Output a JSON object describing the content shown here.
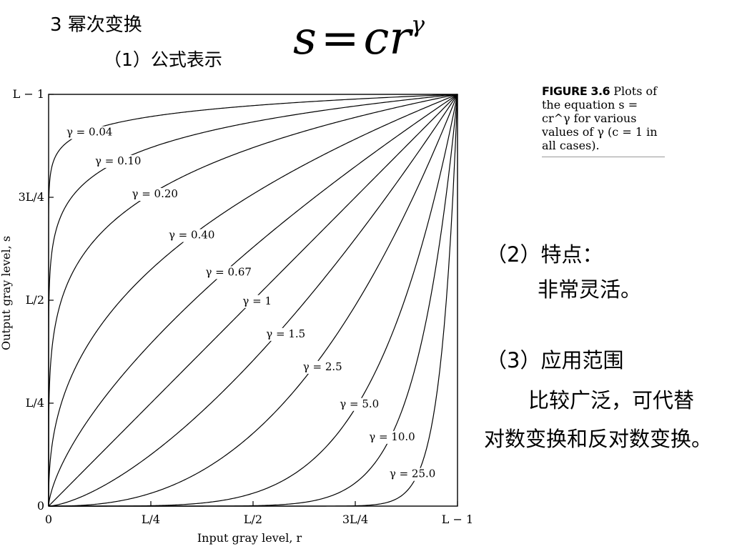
{
  "slide": {
    "heading": "3 幂次变换",
    "formula_label": "（1）公式表示",
    "formula": {
      "lhs": "s",
      "eq": "=",
      "rhs": "cr",
      "exp": "γ"
    },
    "features_title": "（2）特点：",
    "features_text": "非常灵活。",
    "application_title": "（3）应用范围",
    "application_text": "比较广泛，可代替对数变换和反对数变换。"
  },
  "figure_caption": {
    "label": "FIGURE 3.6",
    "text": "Plots of the equation s = cr^γ for various values of γ (c = 1 in all cases)."
  },
  "chart_data": {
    "type": "line",
    "function": "s = c * r^gamma",
    "c": 1,
    "xlabel": "Input gray level, r",
    "ylabel": "Output gray level, s",
    "xlim": [
      0,
      1
    ],
    "ylim": [
      0,
      1
    ],
    "x_ticks": [
      {
        "value": 0,
        "label": "0"
      },
      {
        "value": 0.25,
        "label": "L/4"
      },
      {
        "value": 0.5,
        "label": "L/2"
      },
      {
        "value": 0.75,
        "label": "3L/4"
      },
      {
        "value": 1,
        "label": "L − 1"
      }
    ],
    "y_ticks": [
      {
        "value": 0,
        "label": "0"
      },
      {
        "value": 0.25,
        "label": "L/4"
      },
      {
        "value": 0.5,
        "label": "L/2"
      },
      {
        "value": 0.75,
        "label": "3L/4"
      },
      {
        "value": 1,
        "label": "L − 1"
      }
    ],
    "grid": false,
    "series": [
      {
        "gamma": 0.04,
        "label": "γ = 0.04",
        "label_at": [
          0.1,
          0.9
        ]
      },
      {
        "gamma": 0.1,
        "label": "γ = 0.10",
        "label_at": [
          0.17,
          0.83
        ]
      },
      {
        "gamma": 0.2,
        "label": "γ = 0.20",
        "label_at": [
          0.26,
          0.75
        ]
      },
      {
        "gamma": 0.4,
        "label": "γ = 0.40",
        "label_at": [
          0.35,
          0.65
        ]
      },
      {
        "gamma": 0.67,
        "label": "γ = 0.67",
        "label_at": [
          0.44,
          0.56
        ]
      },
      {
        "gamma": 1,
        "label": "γ = 1",
        "label_at": [
          0.51,
          0.49
        ]
      },
      {
        "gamma": 1.5,
        "label": "γ = 1.5",
        "label_at": [
          0.58,
          0.41
        ]
      },
      {
        "gamma": 2.5,
        "label": "γ = 2.5",
        "label_at": [
          0.67,
          0.33
        ]
      },
      {
        "gamma": 5.0,
        "label": "γ = 5.0",
        "label_at": [
          0.76,
          0.24
        ]
      },
      {
        "gamma": 10.0,
        "label": "γ = 10.0",
        "label_at": [
          0.84,
          0.16
        ]
      },
      {
        "gamma": 25.0,
        "label": "γ = 25.0",
        "label_at": [
          0.89,
          0.07
        ]
      }
    ]
  }
}
